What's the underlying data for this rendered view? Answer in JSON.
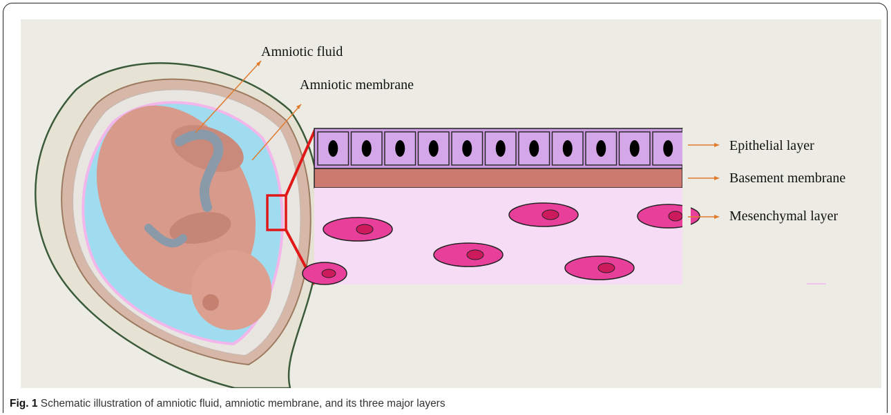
{
  "labels": {
    "amniotic_fluid": "Amniotic fluid",
    "amniotic_membrane": "Amniotic membrane",
    "epithelial": "Epithelial layer",
    "basement": "Basement membrane",
    "mesenchymal": "Mesenchymal layer"
  },
  "caption": {
    "prefix": "Fig. 1",
    "text": "Schematic illustration of amniotic fluid, amniotic membrane, and its three major layers"
  },
  "colors": {
    "panel_bg": "#ecece5",
    "fluid": "#9fdcf0",
    "fetus": "#d89a8a",
    "epithelial": "#cc99e0",
    "basement": "#cc7a70",
    "mesenchymal": "#f6dcf4",
    "cell": "#e8409a",
    "arrow": "#e07a2c",
    "highlight": "#e01818"
  }
}
